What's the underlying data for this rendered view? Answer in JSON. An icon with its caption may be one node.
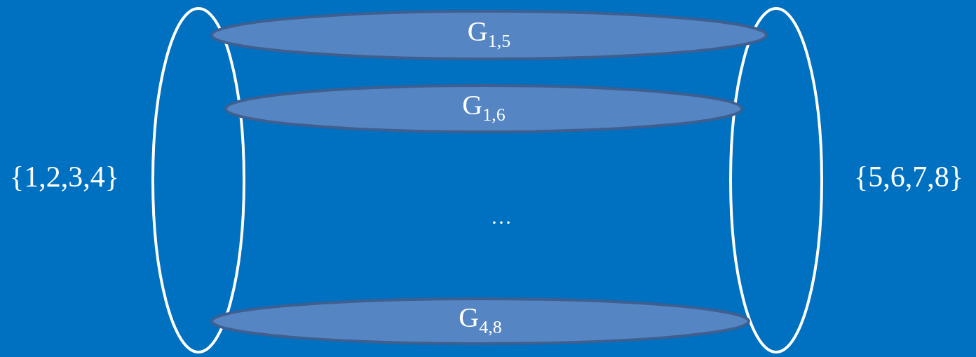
{
  "diagram": {
    "nodes": [
      {
        "text": [],
        "shape": "ellipse",
        "beside": [
          "{1,2,3,4}"
        ]
      },
      {
        "text": [
          "G$_{1,5}$"
        ]
      },
      {
        "text": [
          "G$_{1,6}$"
        ]
      },
      {
        "text": [
          "G$_{4,8}$"
        ]
      },
      {
        "text": [],
        "shape": "ellipse",
        "beside": [
          "{5,6,7,8}"
        ]
      }
    ],
    "edges": [],
    "labels": [
      "…"
    ]
  }
}
